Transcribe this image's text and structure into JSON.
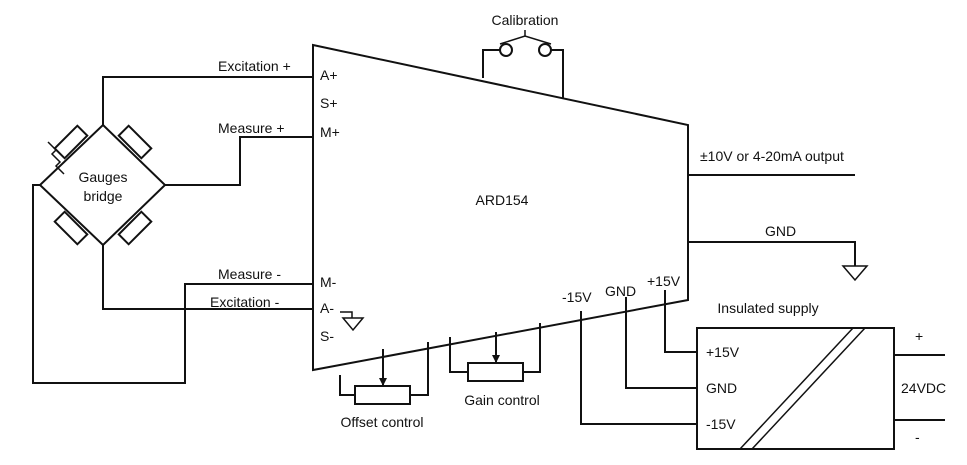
{
  "calibration": "Calibration",
  "pins_left": {
    "a_plus": "A+",
    "s_plus": "S+",
    "m_plus": "M+",
    "m_minus": "M-",
    "a_minus": "A-",
    "s_minus": "S-"
  },
  "wire_labels": {
    "excitation_plus": "Excitation +",
    "measure_plus": "Measure +",
    "measure_minus": "Measure -",
    "excitation_minus": "Excitation -"
  },
  "bridge": {
    "line1": "Gauges",
    "line2": "bridge"
  },
  "amplifier": "ARD154",
  "outputs": {
    "signal": "±10V or 4-20mA output",
    "gnd": "GND"
  },
  "supply_pins": {
    "m15": "-15V",
    "gnd": "GND",
    "p15": "+15V"
  },
  "insulated_supply": {
    "title": "Insulated supply",
    "p15": "+15V",
    "gnd": "GND",
    "m15": "-15V",
    "input": "24VDC",
    "plus": "+",
    "minus": "-"
  },
  "offset_control": "Offset control",
  "gain_control": "Gain control"
}
